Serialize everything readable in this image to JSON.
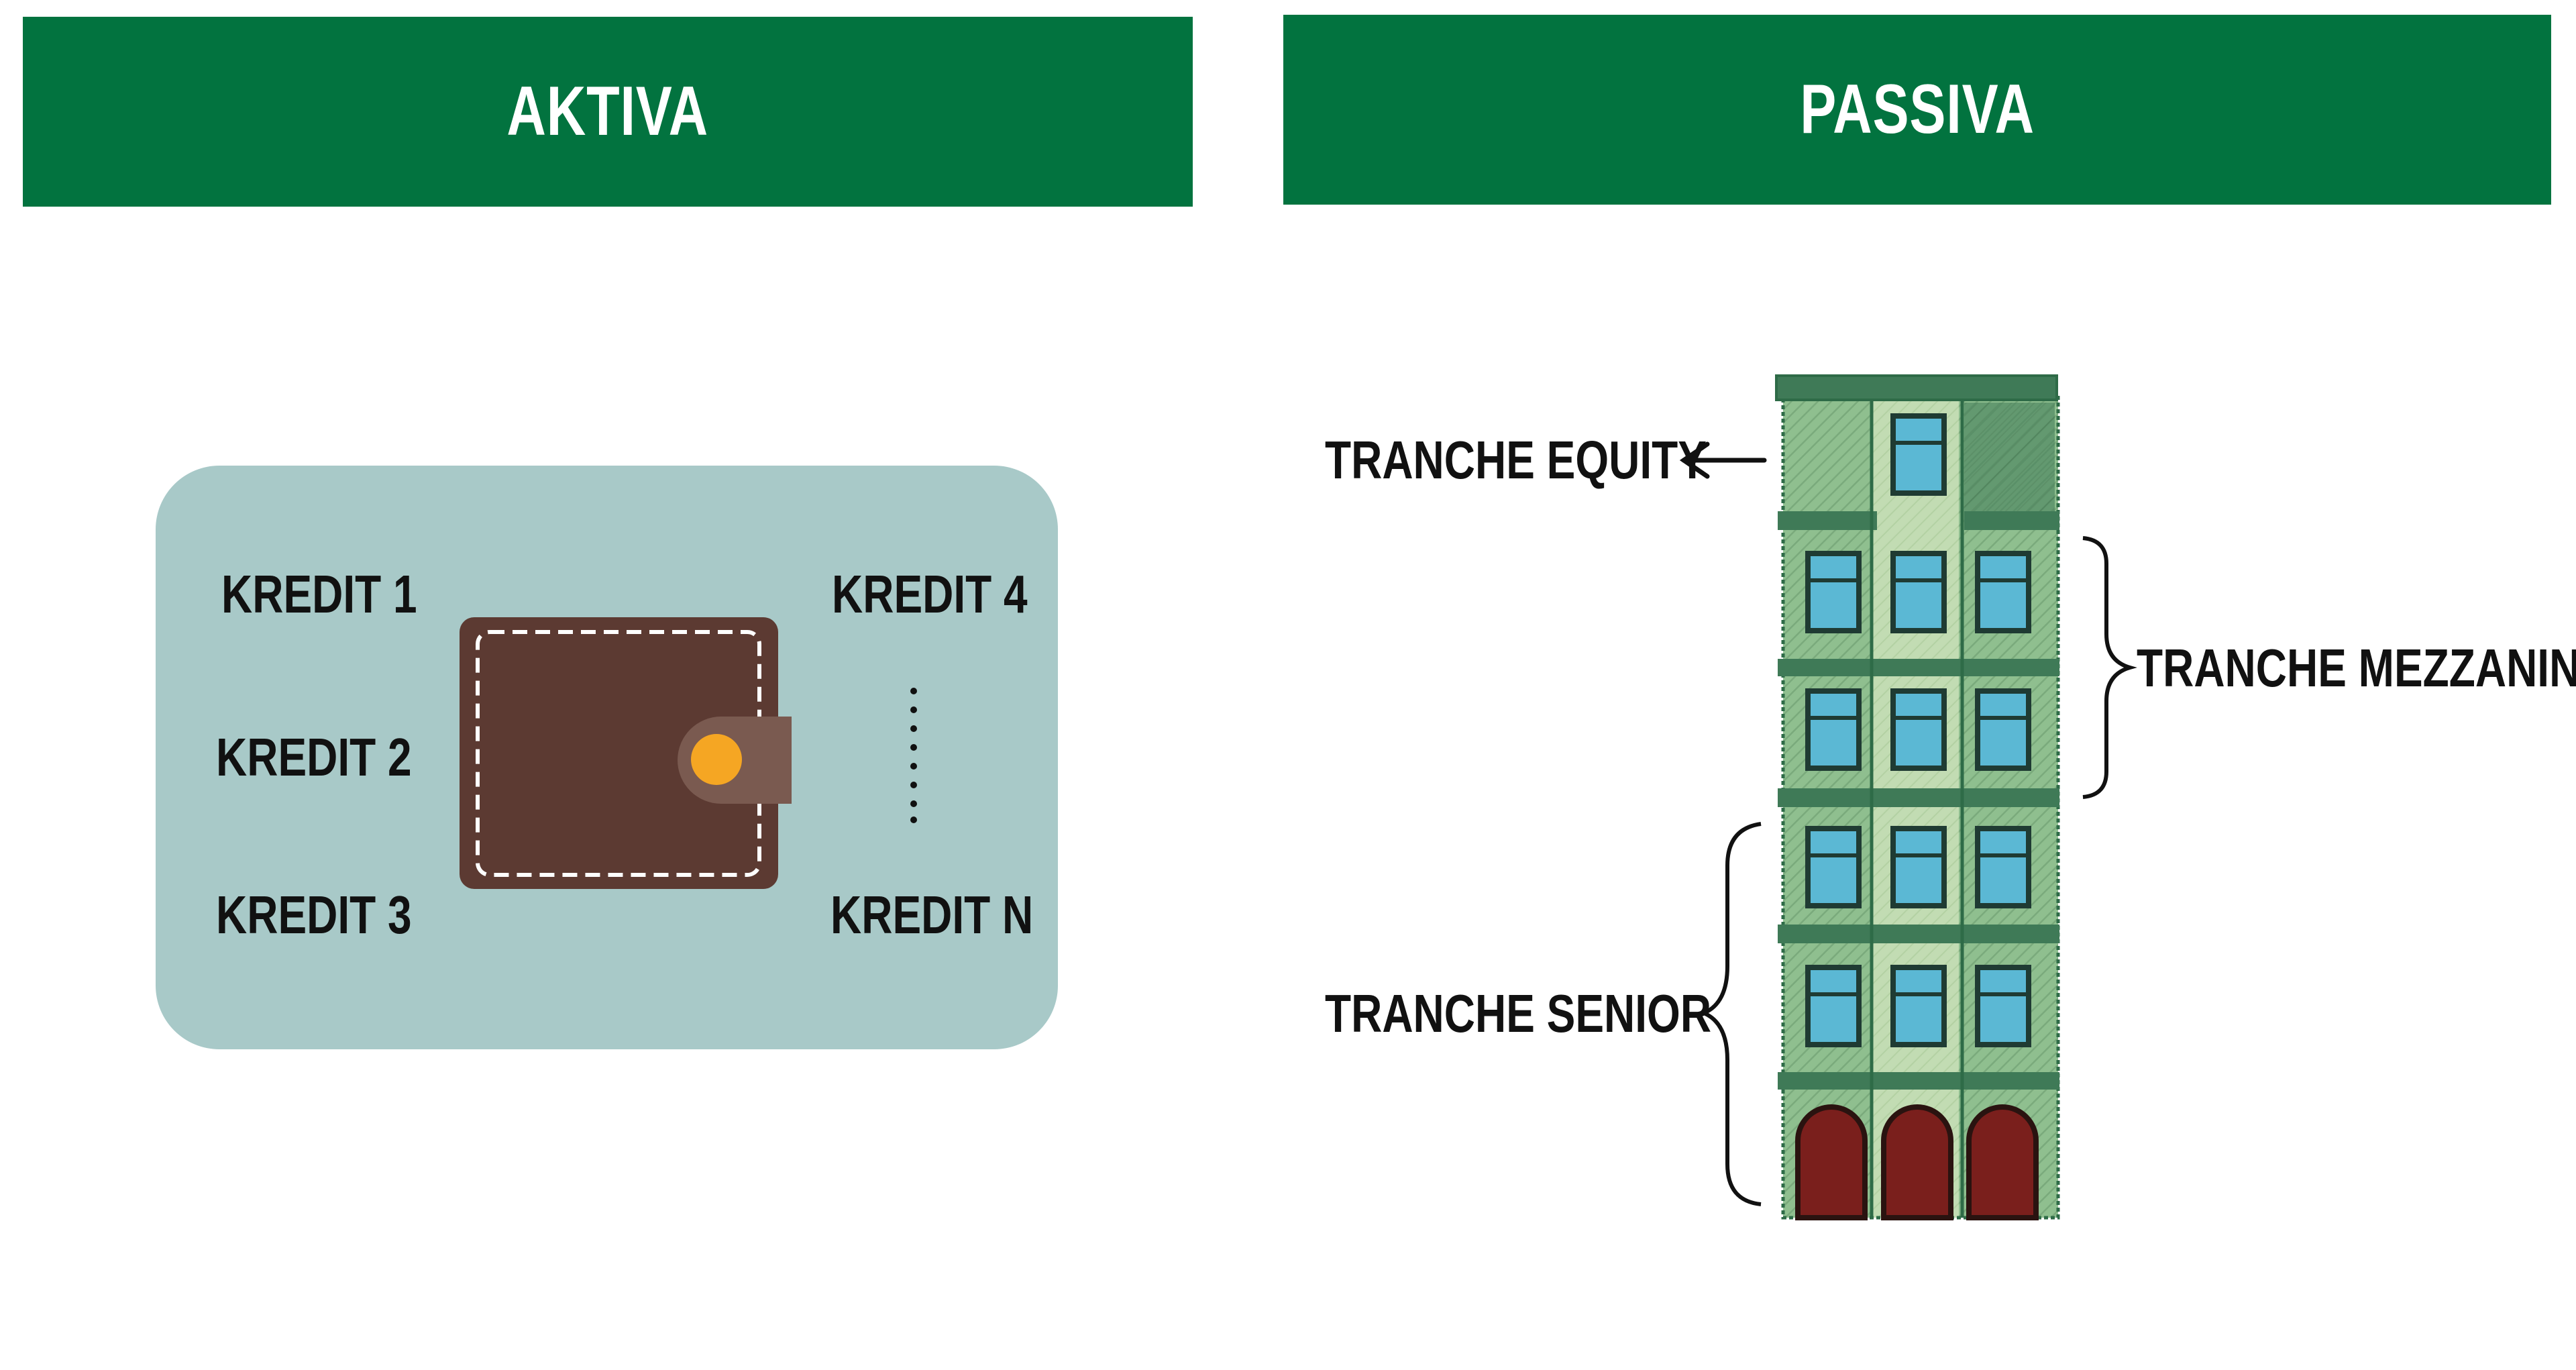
{
  "headers": {
    "left": "AKTIVA",
    "right": "PASSIVA"
  },
  "aktiva": {
    "credits": [
      "KREDIT 1",
      "KREDIT 2",
      "KREDIT 3",
      "KREDIT 4",
      "KREDIT N"
    ]
  },
  "passiva": {
    "tranches": {
      "equity": "TRANCHE EQUITY",
      "mezzanine": "TRANCHE MEZZANINE",
      "senior": "TRANCHE SENIOR"
    }
  },
  "colors": {
    "header_bg": "#02733f",
    "header_text": "#ffffff",
    "card_bg": "#a8c9c8",
    "wallet": "#5c3a32",
    "wallet_button": "#f5a623",
    "building": "#8fbf8f",
    "window": "#5bb8d4",
    "door": "#7a1f1c"
  },
  "icons": [
    "wallet-icon",
    "building-icon",
    "arrow-left-icon",
    "brace-icon"
  ]
}
